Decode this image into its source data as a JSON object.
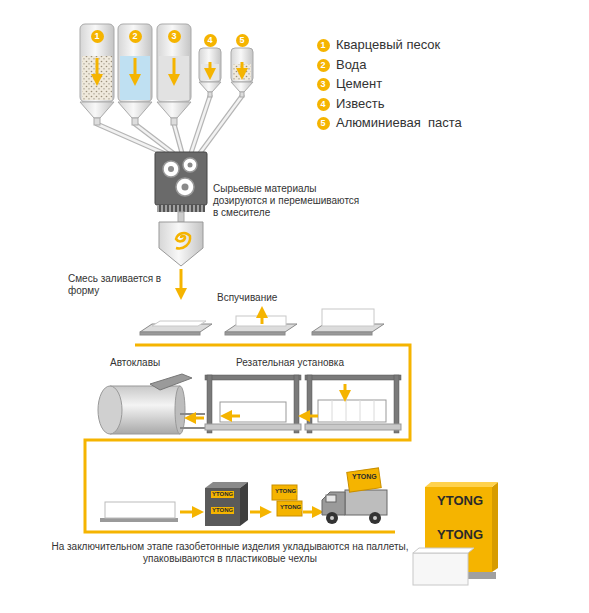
{
  "diagram": {
    "labels": [
      "1",
      "2",
      "3",
      "4",
      "5",
      "Сырьевые материалы дозируются и перемешиваются в смесителе",
      "Смесь заливается в форму",
      "Вспучивание",
      "Автоклавы",
      "Резательная установка",
      "YTONG",
      "YTONG",
      "YTONG",
      "YTONG",
      "YTONG",
      "YTONG",
      "YTONG",
      "На заключительном этапе газобетонные изделия укладываются на паллеты, упаковываются в пластиковые чехлы",
      "1",
      "2",
      "3",
      "4",
      "5"
    ],
    "legend": [
      {
        "text": "Кварцевый песок"
      },
      {
        "text": "Вода"
      },
      {
        "text": "Цемент"
      },
      {
        "text": "Известь"
      },
      {
        "text": "Алюминиевая  паста"
      }
    ]
  }
}
